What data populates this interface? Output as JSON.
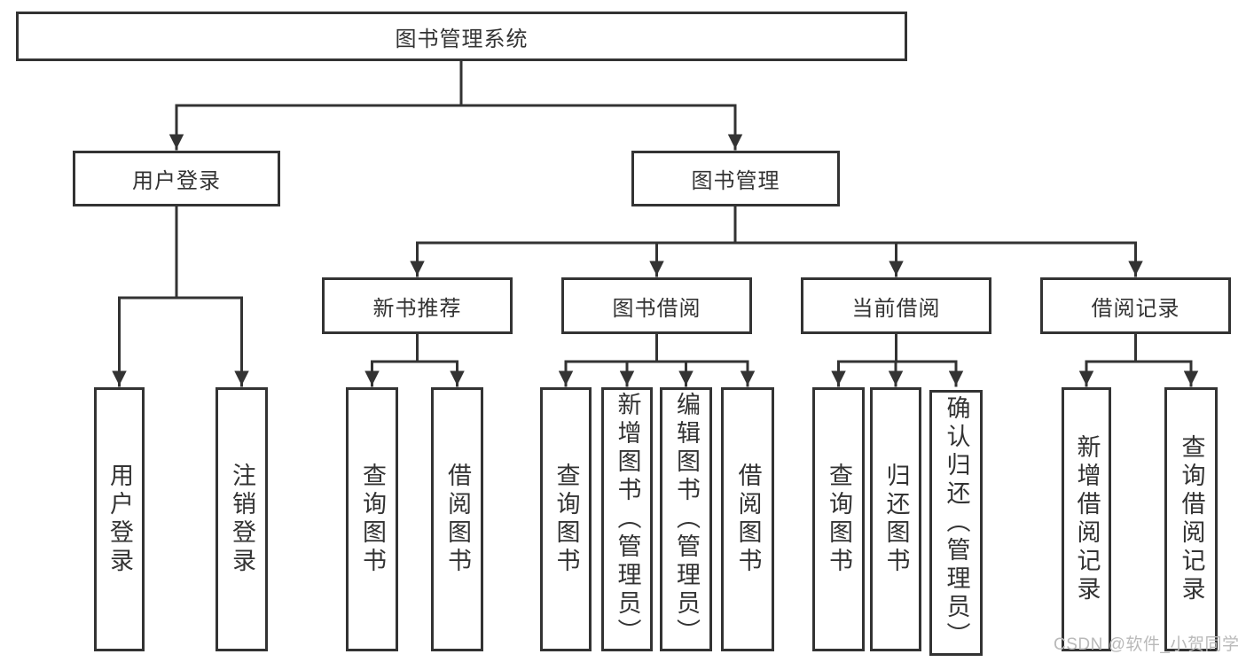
{
  "diagram_title": "图书管理系统",
  "tree": {
    "label": "图书管理系统",
    "children": [
      {
        "label": "用户登录",
        "children": [
          {
            "label": "用户登录"
          },
          {
            "label": "注销登录"
          }
        ]
      },
      {
        "label": "图书管理",
        "children": [
          {
            "label": "新书推荐",
            "children": [
              {
                "label": "查询图书"
              },
              {
                "label": "借阅图书"
              }
            ]
          },
          {
            "label": "图书借阅",
            "children": [
              {
                "label": "查询图书"
              },
              {
                "label": "新增图书（管理员）"
              },
              {
                "label": "编辑图书（管理员）"
              },
              {
                "label": "借阅图书"
              }
            ]
          },
          {
            "label": "当前借阅",
            "children": [
              {
                "label": "查询图书"
              },
              {
                "label": "归还图书"
              },
              {
                "label": "确认归还（管理员）"
              }
            ]
          },
          {
            "label": "借阅记录",
            "children": [
              {
                "label": "新增借阅记录"
              },
              {
                "label": "查询借阅记录"
              }
            ]
          }
        ]
      }
    ]
  },
  "watermark": {
    "text": "CSDN @软件_小贺同学"
  },
  "colors": {
    "line": "#333333",
    "box_border": "#333333",
    "text": "#333333",
    "background": "#ffffff",
    "watermark": "#b9b9b9"
  }
}
